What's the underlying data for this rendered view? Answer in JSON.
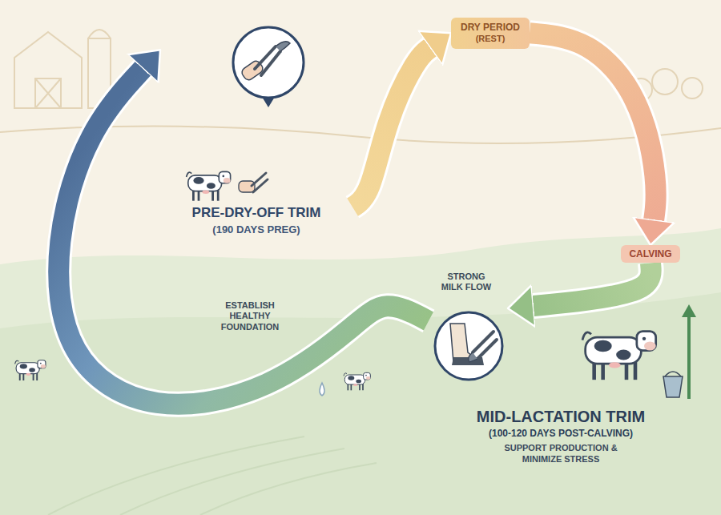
{
  "diagram": {
    "nodes": [
      {
        "text": [
          "PRE-DRY-OFF TRIM",
          "(190 DAYS PREG)"
        ]
      },
      {
        "text": [
          "DRY PERIOD",
          "(REST)"
        ]
      },
      {
        "text": [
          "CALVING"
        ]
      },
      {
        "text": [
          "MID-LACTATION TRIM",
          "(100-120 DAYS POST-CALVING)",
          "SUPPORT PRODUCTION & MINIMIZE STRESS"
        ]
      }
    ],
    "edges": [
      {
        "from": 0,
        "to": 1,
        "arrow": "to"
      },
      {
        "from": 1,
        "to": 2,
        "arrow": "to"
      },
      {
        "from": 2,
        "to": 3,
        "arrow": "to"
      },
      {
        "from": 3,
        "to": 0,
        "arrow": "to"
      }
    ],
    "labels": [
      "ESTABLISH HEALTHY FOUNDATION",
      "STRONG MILK FLOW"
    ]
  }
}
